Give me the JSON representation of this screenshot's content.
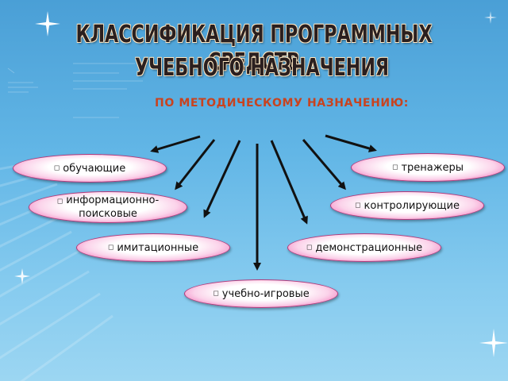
{
  "title": {
    "line1": "КЛАССИФИКАЦИЯ ПРОГРАММНЫХ СРЕДСТВ",
    "line2": "УЧЕБНОГО НАЗНАЧЕНИЯ"
  },
  "subtitle": "ПО МЕТОДИЧЕСКОМУ НАЗНАЧЕНИЮ:",
  "nodes": {
    "obuchayushchie": "обучающие",
    "trenazhery": "тренажеры",
    "informatsionno_line1": "информационно-",
    "informatsionno_line2": "поисковые",
    "kontroliruyushchie": "контролирующие",
    "imitatsionnye": "имитационные",
    "demonstratsionnye": "демонстрационные",
    "uchebno_igrovye": "учебно-игровые"
  },
  "colors": {
    "title_text": "#2a1f1f",
    "title_glow": "#ffe7c2",
    "subtitle": "#c8431f",
    "node_fill_center": "#ffffff",
    "node_fill_edge": "#e0409a",
    "arrow": "#111111",
    "background_top": "#4a9fd6",
    "background_bottom": "#9cd6f2"
  }
}
